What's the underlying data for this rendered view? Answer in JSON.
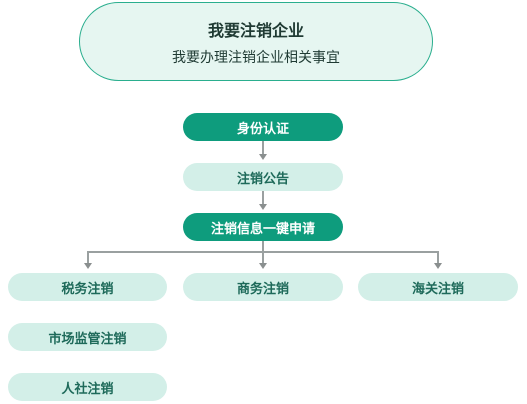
{
  "header": {
    "title": "我要注销企业",
    "subtitle": "我要办理注销企业相关事宜"
  },
  "steps": {
    "identity": "身份认证",
    "announcement": "注销公告",
    "one_click": "注销信息一键申请"
  },
  "branches": {
    "tax": "税务注销",
    "commerce": "商务注销",
    "customs": "海关注销",
    "market": "市场监管注销",
    "social": "人社注销"
  },
  "colors": {
    "accent": "#0e9c7d",
    "light": "#d3efe8",
    "header_bg": "#e6f6f1",
    "connector": "#9aa0a0"
  }
}
